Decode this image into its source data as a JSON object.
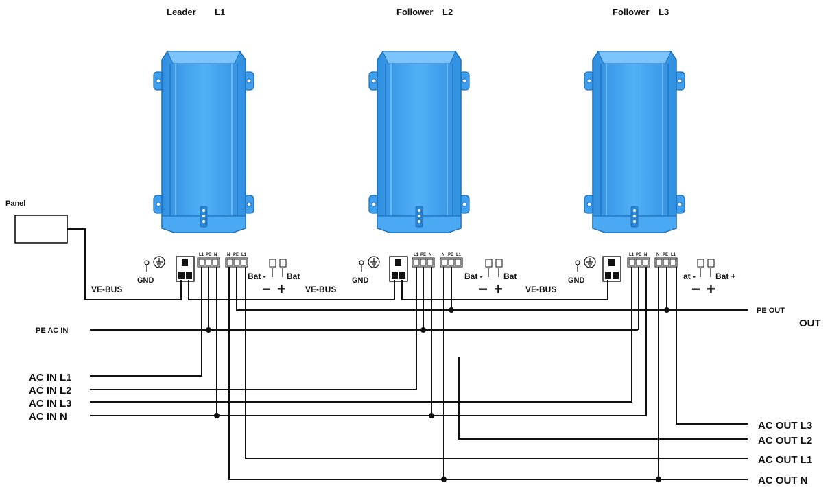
{
  "units": [
    {
      "role": "Leader",
      "phase": "L1"
    },
    {
      "role": "Follower",
      "phase": "L2"
    },
    {
      "role": "Follower",
      "phase": "L3"
    }
  ],
  "panel_label": "Panel",
  "vebus_label": "VE-BUS",
  "gnd_label": "GND",
  "terminal_in": [
    "L1",
    "PE",
    "N"
  ],
  "terminal_out": [
    "N",
    "PE",
    "L1"
  ],
  "battery_labels": [
    {
      "neg": "Bat -",
      "pos": "Bat"
    },
    {
      "neg": "Bat -",
      "pos": "Bat"
    },
    {
      "neg": "at -",
      "pos": "Bat +"
    }
  ],
  "minus_symbol": "−",
  "plus_symbol": "+",
  "pe_ac_in": "PE AC IN",
  "pe_out": "PE OUT",
  "out_label": "OUT",
  "ac_in": {
    "l1": "AC  IN  L1",
    "l2": "AC  IN  L2",
    "l3": "AC  IN  L3",
    "n": "AC  IN  N"
  },
  "ac_out": {
    "l3": "AC  OUT  L3",
    "l2": "AC  OUT  L2",
    "l1": "AC  OUT  L1",
    "n": "AC  OUT  N"
  },
  "colors": {
    "inverter_body": "#3d9fee",
    "inverter_edge": "#1f6fb8",
    "wire": "#111111"
  }
}
